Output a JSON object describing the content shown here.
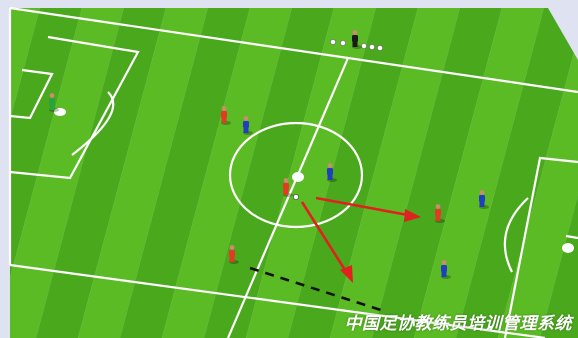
{
  "diagram": {
    "background_color": "#dfe3f1",
    "pitch_colors": [
      "#5bbb24",
      "#49a81c"
    ],
    "line_color": "#ffffff",
    "arrow_color": "#e12020",
    "run_line_color": "#111111",
    "teams": {
      "red": {
        "color": "#e23a24",
        "label": ""
      },
      "blue": {
        "color": "#1f3fbf",
        "label": ""
      },
      "goalkeeper": {
        "color": "#2aa33a",
        "label": ""
      },
      "coach": {
        "color": "#1b1b1b",
        "label": ""
      }
    },
    "equipment": [
      "balls",
      "cones"
    ]
  },
  "watermark": "中国足协教练员培训管理系统"
}
